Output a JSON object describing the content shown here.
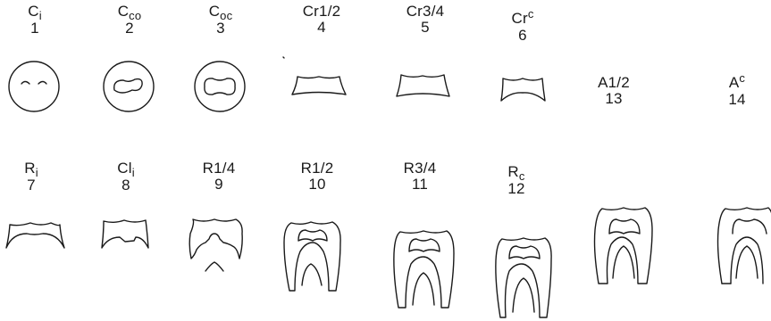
{
  "stages": [
    {
      "base": "C",
      "sub": "i",
      "sup": "",
      "num": "1"
    },
    {
      "base": "C",
      "sub": "co",
      "sup": "",
      "num": "2"
    },
    {
      "base": "C",
      "sub": "oc",
      "sup": "",
      "num": "3"
    },
    {
      "base": "Cr1/2",
      "sub": "",
      "sup": "",
      "num": "4"
    },
    {
      "base": "Cr3/4",
      "sub": "",
      "sup": "",
      "num": "5"
    },
    {
      "base": "Cr",
      "sub": "",
      "sup": "c",
      "num": "6"
    },
    {
      "base": "R",
      "sub": "i",
      "sup": "",
      "num": "7"
    },
    {
      "base": "Cl",
      "sub": "i",
      "sup": "",
      "num": "8"
    },
    {
      "base": "R1/4",
      "sub": "",
      "sup": "",
      "num": "9"
    },
    {
      "base": "R1/2",
      "sub": "",
      "sup": "",
      "num": "10"
    },
    {
      "base": "R3/4",
      "sub": "",
      "sup": "",
      "num": "11"
    },
    {
      "base": "R",
      "sub": "c",
      "sup": "",
      "num": "12"
    },
    {
      "base": "A1/2",
      "sub": "",
      "sup": "",
      "num": "13"
    },
    {
      "base": "A",
      "sub": "",
      "sup": "c",
      "num": "14"
    }
  ]
}
